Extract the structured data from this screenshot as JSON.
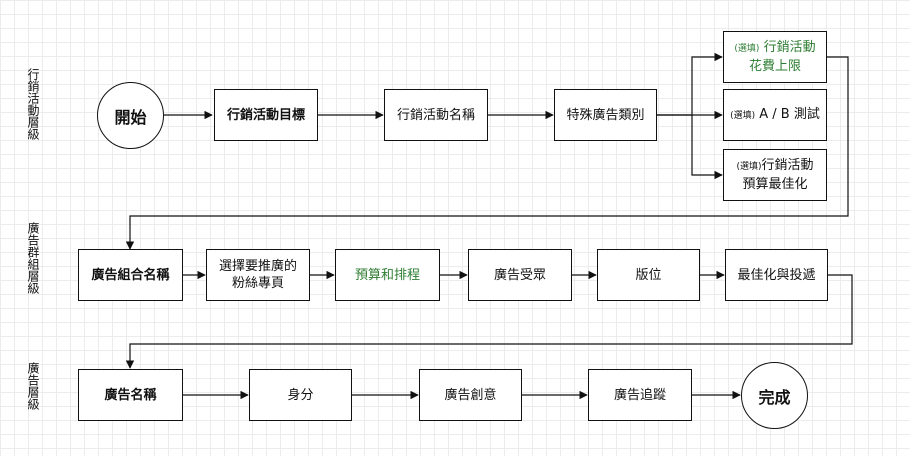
{
  "levels": {
    "campaign": "行銷活動層級",
    "adset": "廣告群組層級",
    "ad": "廣告層級"
  },
  "nodes": {
    "start": "開始",
    "objective": "行銷活動目標",
    "campaign_name": "行銷活動名稱",
    "special_category": "特殊廣告類別",
    "opt1_tag": "(選填)",
    "opt1_text": " 行銷活動",
    "opt1_line2": "花費上限",
    "opt2_tag": "(選填)",
    "opt2_text": " A / B 測試",
    "opt3_tag": "(選填)",
    "opt3_text": "行銷活動",
    "opt3_line2": "預算最佳化",
    "adset_name": "廣告組合名稱",
    "page_line1": "選擇要推廣的",
    "page_line2": "粉絲專頁",
    "budget": "預算和排程",
    "audience": "廣告受眾",
    "placement": "版位",
    "optimization": "最佳化與投遞",
    "ad_name": "廣告名稱",
    "identity": "身分",
    "creative": "廣告創意",
    "tracking": "廣告追蹤",
    "done": "完成"
  },
  "colors": {
    "green": "#2e7d32",
    "stroke": "#111111"
  }
}
